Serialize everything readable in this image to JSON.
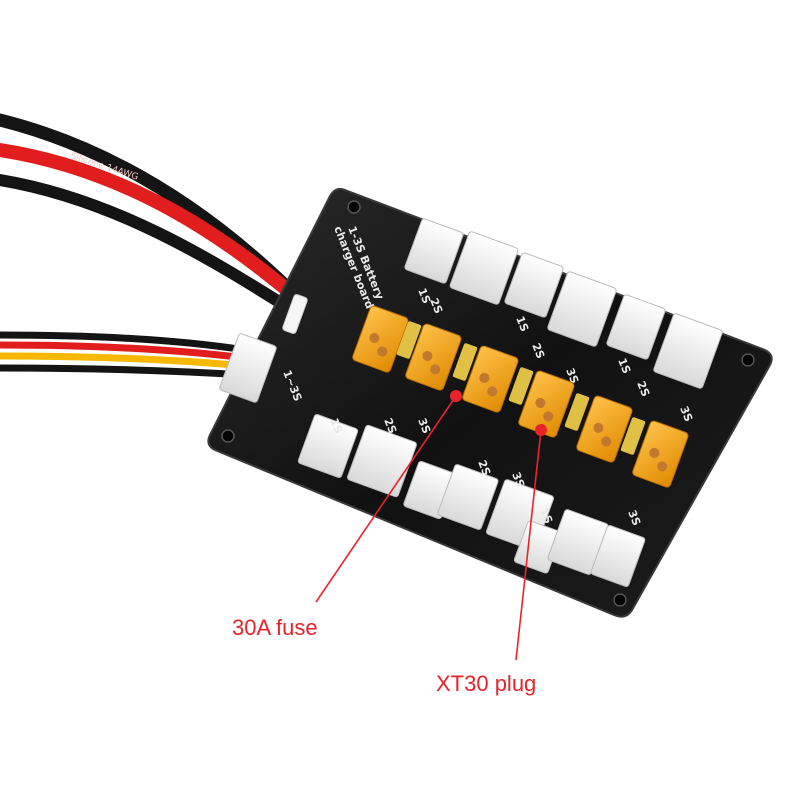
{
  "board": {
    "title_line1": "1-3S Battery",
    "title_line2": "charger board",
    "balance_port_label": "1~3S",
    "port_labels": {
      "s1": "1S",
      "s2": "2S",
      "s3": "3S"
    },
    "wire_print": "Silicone 14AWG"
  },
  "callouts": {
    "fuse": "30A fuse",
    "xt30": "XT30 plug"
  },
  "colors": {
    "callout_text": "#e8232a",
    "callout_line": "#e8232a",
    "board": "#111111",
    "xt30_body": "#f2a71b",
    "fuse": "#f6d34a",
    "balance_connector": "#f2f2f2",
    "wire_red": "#e11d1d",
    "wire_black": "#141414",
    "wire_yellow": "#f6b800"
  }
}
